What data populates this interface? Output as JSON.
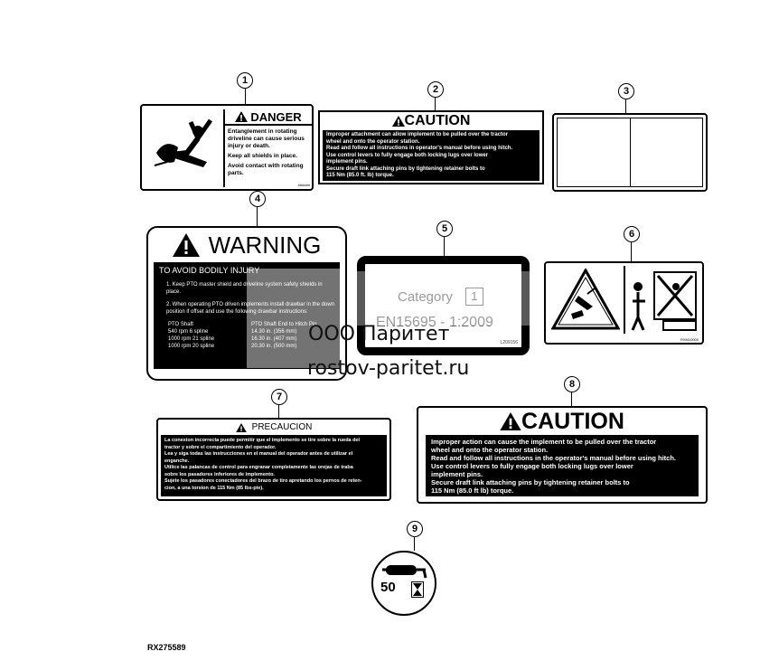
{
  "callouts": [
    "1",
    "2",
    "3",
    "4",
    "5",
    "6",
    "7",
    "8",
    "9"
  ],
  "danger": {
    "title": "DANGER",
    "line1": "Entanglement in rotating driveline can cause serious injury or death.",
    "line2": "Keep all shields in place.",
    "line3": "Avoid contact with rotating parts.",
    "code": "######"
  },
  "caution_small": {
    "title": "CAUTION",
    "lines": [
      "Improper attachment can allow implement to be pulled over the tractor",
      "wheel and onto the operator station.",
      "Read and follow all instructions in operator's manual before using hitch.",
      "Use control levers to fully engage both locking lugs over lower",
      "implement pins.",
      "Secure draft link attaching pins by tightening retainer bolts to",
      "115 Nm (85.0 ft. lb) torque."
    ]
  },
  "warning": {
    "title": "WARNING",
    "subtitle": "TO AVOID BODILY INJURY",
    "item1": "1.  Keep PTO master shield and driveline system safety shields in place.",
    "item2": "2.  When operating PTO driven implements install drawbar in the down position if offset and use the following drawbar instructions:",
    "col1": "PTO Shaft",
    "col2": "PTO Shaft End to Hitch Pin",
    "rows": [
      [
        "540 rpm  6 spline",
        "14.30 in.  (356 mm)"
      ],
      [
        "1000 rpm 21 spline",
        "16.30 in.  (407 mm)"
      ],
      [
        "1000 rpm 20 spline",
        "20.30 in.  (500 mm)"
      ]
    ]
  },
  "category": {
    "label": "Category",
    "value": "1",
    "standard": "EN15695 - 1:2009",
    "code": "L209156"
  },
  "pictorial": {
    "code": "RXM10000"
  },
  "precaucion": {
    "title": "PRECAUCION",
    "lines": [
      "La conexion incorrecta puede permitir que el implemento se tire sobre la rueda del",
      "tractor y sobre el compartimiento del operador.",
      "Lea y siga todas las instrucciones en el manual del operador antes de utilizar el",
      "enganche.",
      "Utilice las palancas de control para engranar completamente las orejas de traba",
      "sobre los pasadores inferiores de implemento.",
      "Sujete los pasadores conectadores del brazo de tiro apretando los pernos de reten-",
      "cion, a una torsion de 115 Nm (85 lbs-pie)."
    ]
  },
  "caution_large": {
    "title": "CAUTION",
    "lines": [
      "Improper action can cause the implement to be pulled over the tractor",
      "wheel and onto the operator station.",
      "Read and follow all instructions in the operator's manual before using hitch.",
      "Use control levers to fully engage both locking lugs over lower",
      "implement pins.",
      "Secure draft link attaching pins by tightening retainer bolts to",
      "115 Nm (85.0 ft lb) torque."
    ]
  },
  "grease": {
    "value": "50"
  },
  "watermark": {
    "line1": "ООО Паритет",
    "line2": "rostov-paritet.ru"
  },
  "figure_id": "RX275589"
}
